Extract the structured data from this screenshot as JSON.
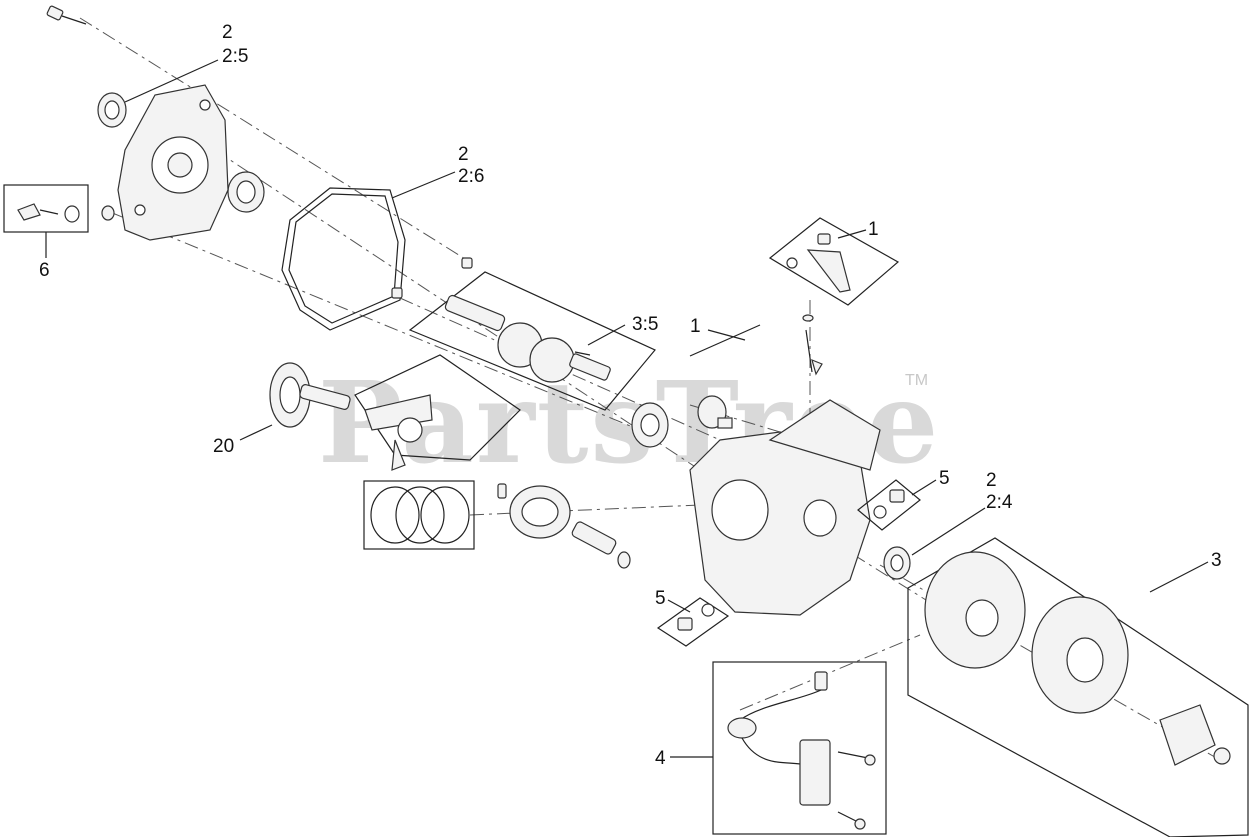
{
  "watermark": {
    "text": "PartsTree",
    "tm": "TM"
  },
  "callouts": {
    "c_2_5_a": "2",
    "c_2_5_b": "2:5",
    "c_2_6_a": "2",
    "c_2_6_b": "2:6",
    "c_6": "6",
    "c_1_top": "1",
    "c_3_5": "3:5",
    "c_1_mid": "1",
    "c_20": "20",
    "c_5_right": "5",
    "c_2_4_a": "2",
    "c_2_4_b": "2:4",
    "c_3": "3",
    "c_5_left": "5",
    "c_4": "4"
  }
}
